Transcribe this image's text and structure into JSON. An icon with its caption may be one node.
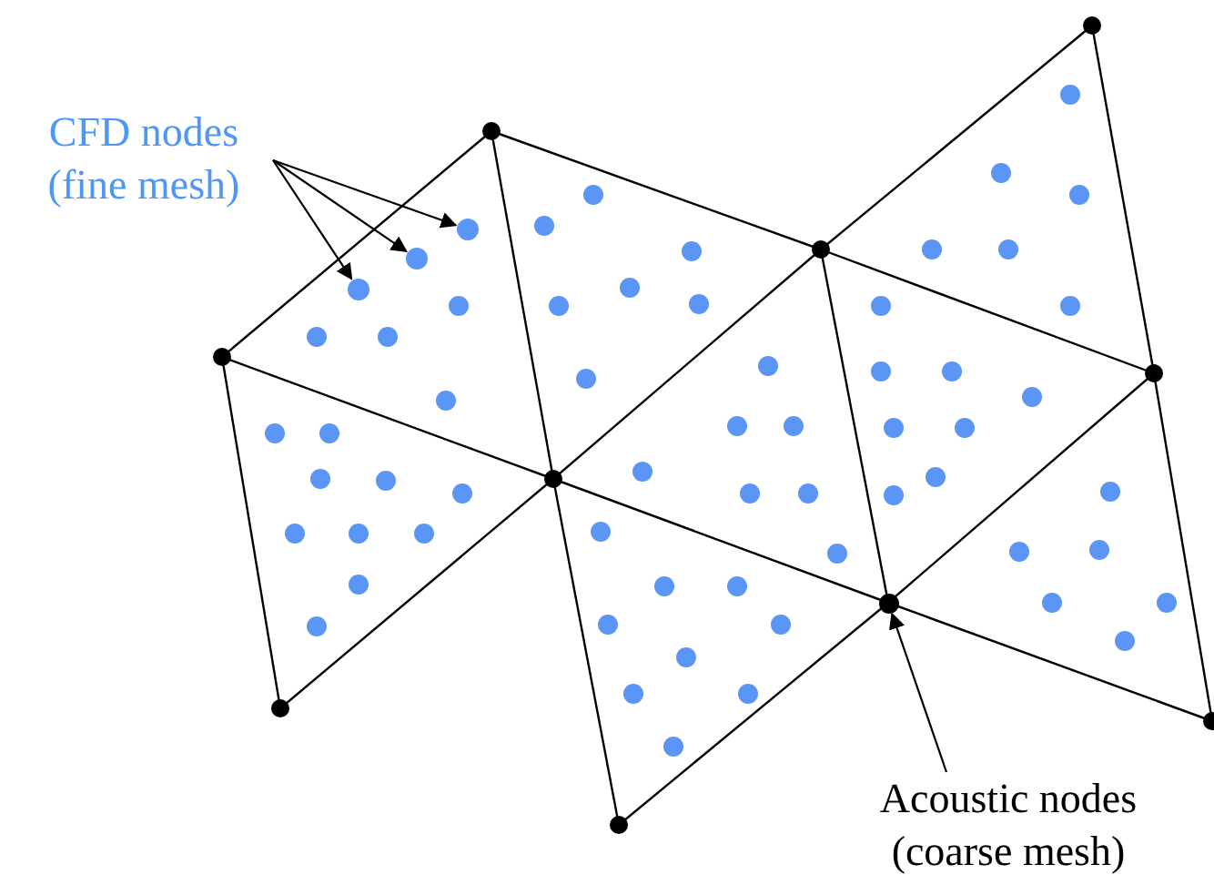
{
  "diagram": {
    "nodes": [
      {
        "text": [
          "CFD nodes (fine mesh)"
        ]
      },
      {
        "text": [],
        "shape": "circle"
      },
      {
        "text": [],
        "shape": "circle"
      },
      {
        "text": [],
        "shape": "circle"
      },
      {
        "text": [
          "Acoustic nodes (coarse mesh)"
        ]
      },
      {
        "text": [],
        "shape": "circle"
      }
    ],
    "edges": [
      {
        "from": 0,
        "to": 1,
        "arrow": "to"
      },
      {
        "from": 0,
        "to": 2,
        "arrow": "to"
      },
      {
        "from": 0,
        "to": 3,
        "arrow": "to"
      },
      {
        "from": 4,
        "to": 5,
        "arrow": "to"
      }
    ]
  }
}
